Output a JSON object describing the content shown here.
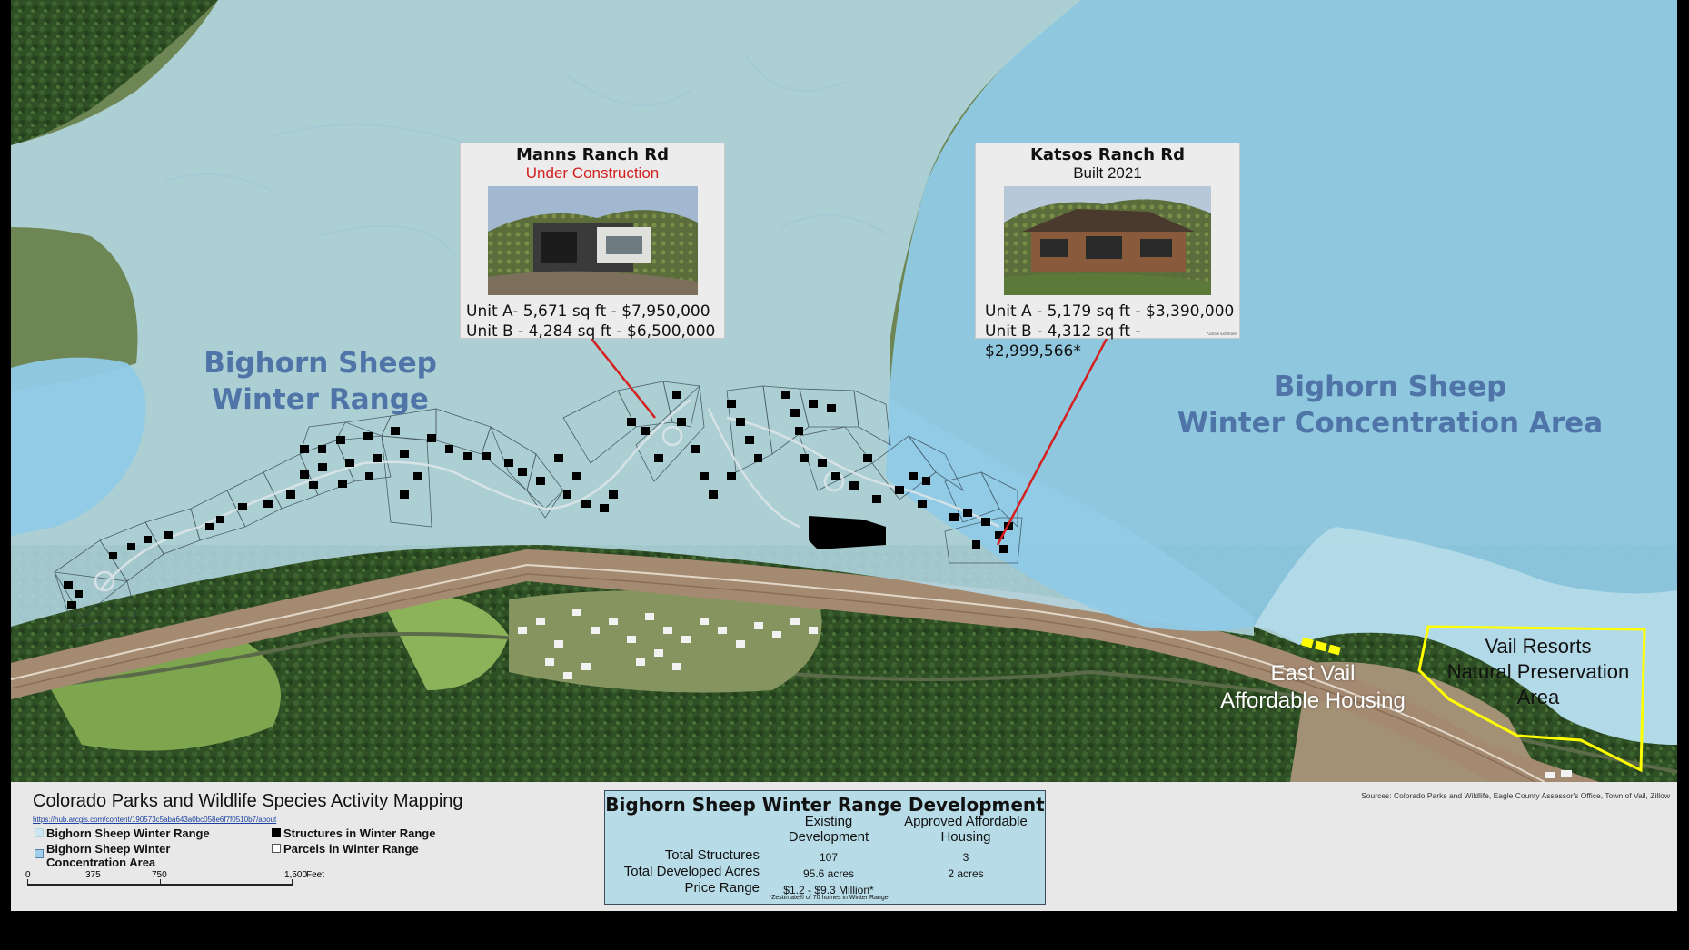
{
  "map": {
    "range_label_left": [
      "Bighorn Sheep",
      "Winter Range"
    ],
    "range_label_right": [
      "Bighorn Sheep",
      "Winter Concentration Area"
    ],
    "east_vail_label": [
      "East Vail",
      "Affordable Housing"
    ],
    "vail_resorts_label": [
      "Vail Resorts",
      "Natural Preservation",
      "Area"
    ],
    "colors": {
      "winter_range_fill": "#b6dbe8",
      "concentration_fill": "#8fcae6",
      "label_blue": "#4f74a8",
      "preservation_outline": "#ffff00",
      "pointer_line": "#d42020"
    }
  },
  "callouts": {
    "manns": {
      "title": "Manns Ranch Rd",
      "status": "Under Construction",
      "status_color": "#d42020",
      "unit_a": "Unit A- 5,671 sq ft - $7,950,000",
      "unit_b": "Unit B - 4,284 sq ft - $6,500,000"
    },
    "katsos": {
      "title": "Katsos Ranch Rd",
      "status": "Built 2021",
      "unit_a": "Unit A - 5,179 sq ft - $3,390,000",
      "unit_b": "Unit B - 4,312 sq ft - $2,999,566*",
      "note": "*Zillow Estimate"
    }
  },
  "legend": {
    "title": "Colorado Parks and Wildlife Species Activity Mapping",
    "url": "https://hub.arcgis.com/content/190573c5aba643a0bc058e6f7f0510b7/about",
    "items": [
      {
        "label": "Bighorn Sheep Winter Range",
        "swatch": "#cde7f2"
      },
      {
        "label": "Bighorn Sheep Winter Concentration Area",
        "swatch": "#9fd0ea"
      },
      {
        "label": "Structures in Winter Range",
        "swatch": "#000000"
      },
      {
        "label": "Parcels in Winter Range",
        "swatch": "#ffffff"
      }
    ],
    "scale": {
      "ticks": [
        "0",
        "375",
        "750",
        "1,500"
      ],
      "unit": "Feet"
    },
    "sources": "Sources: Colorado Parks and Wildlife, Eagle County Assessor's Office, Town of Vail, Zillow"
  },
  "table": {
    "title": "Bighorn Sheep Winter Range Development",
    "columns": [
      "Existing Development",
      "Approved Affordable Housing"
    ],
    "rows": [
      {
        "label": "Total Structures",
        "existing": "107",
        "affordable": "3"
      },
      {
        "label": "Total Developed Acres",
        "existing": "95.6 acres",
        "affordable": "2 acres"
      },
      {
        "label": "Price Range",
        "existing": "$1.2 - $9.3 Million*",
        "affordable": ""
      }
    ],
    "footnote": "*Zestimate® of 70 homes in Winter Range"
  }
}
